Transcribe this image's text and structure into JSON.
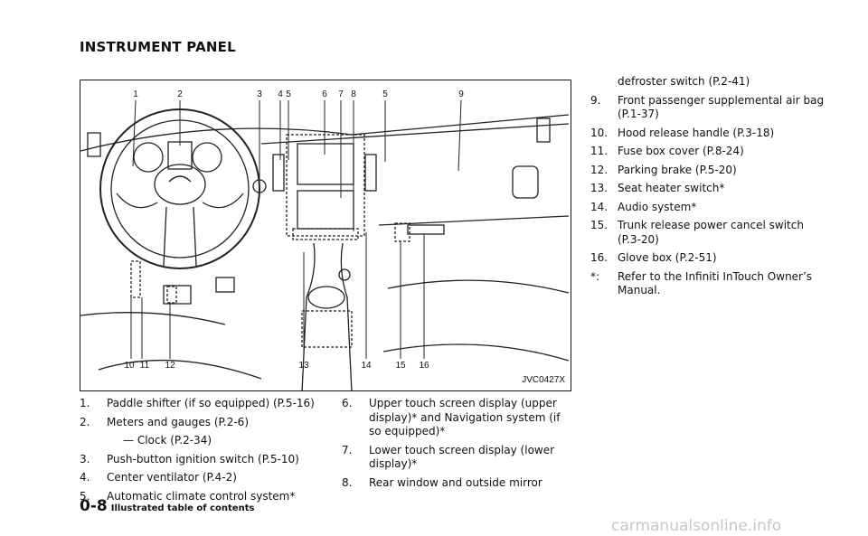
{
  "heading": "INSTRUMENT PANEL",
  "figure": {
    "id": "JVC0427X",
    "callouts": [
      "1",
      "2",
      "3",
      "4",
      "5",
      "6",
      "7",
      "8",
      "5",
      "9",
      "10",
      "11",
      "12",
      "13",
      "14",
      "15",
      "16"
    ]
  },
  "list_left": [
    {
      "n": "1.",
      "text": "Paddle shifter (if so equipped) (P.5-16)"
    },
    {
      "n": "2.",
      "text": "Meters and gauges (P.2-6)"
    },
    {
      "n": "",
      "text": "— Clock (P.2-34)"
    },
    {
      "n": "3.",
      "text": "Push-button ignition switch (P.5-10)"
    },
    {
      "n": "4.",
      "text": "Center ventilator (P.4-2)"
    },
    {
      "n": "5.",
      "text": "Automatic climate control system*"
    }
  ],
  "list_mid": [
    {
      "n": "6.",
      "text": "Upper touch screen display (upper display)* and Navigation system (if so equipped)*"
    },
    {
      "n": "7.",
      "text": "Lower touch screen display (lower display)*"
    },
    {
      "n": "8.",
      "text": "Rear window and outside mirror"
    }
  ],
  "list_right": [
    {
      "n": "",
      "text": "defroster switch (P.2-41)"
    },
    {
      "n": "9.",
      "text": "Front passenger supplemental air bag (P.1-37)"
    },
    {
      "n": "10.",
      "text": "Hood release handle (P.3-18)"
    },
    {
      "n": "11.",
      "text": "Fuse box cover (P.8-24)"
    },
    {
      "n": "12.",
      "text": "Parking brake (P.5-20)"
    },
    {
      "n": "13.",
      "text": "Seat heater switch*"
    },
    {
      "n": "14.",
      "text": "Audio system*"
    },
    {
      "n": "15.",
      "text": "Trunk release power cancel switch (P.3-20)"
    },
    {
      "n": "16.",
      "text": "Glove box (P.2-51)"
    },
    {
      "n": "*:",
      "text": "Refer to the Infiniti InTouch Owner’s Manual."
    }
  ],
  "footer": {
    "page": "0-8",
    "title": "Illustrated table of contents"
  },
  "watermark": "carmanualsonline.info"
}
